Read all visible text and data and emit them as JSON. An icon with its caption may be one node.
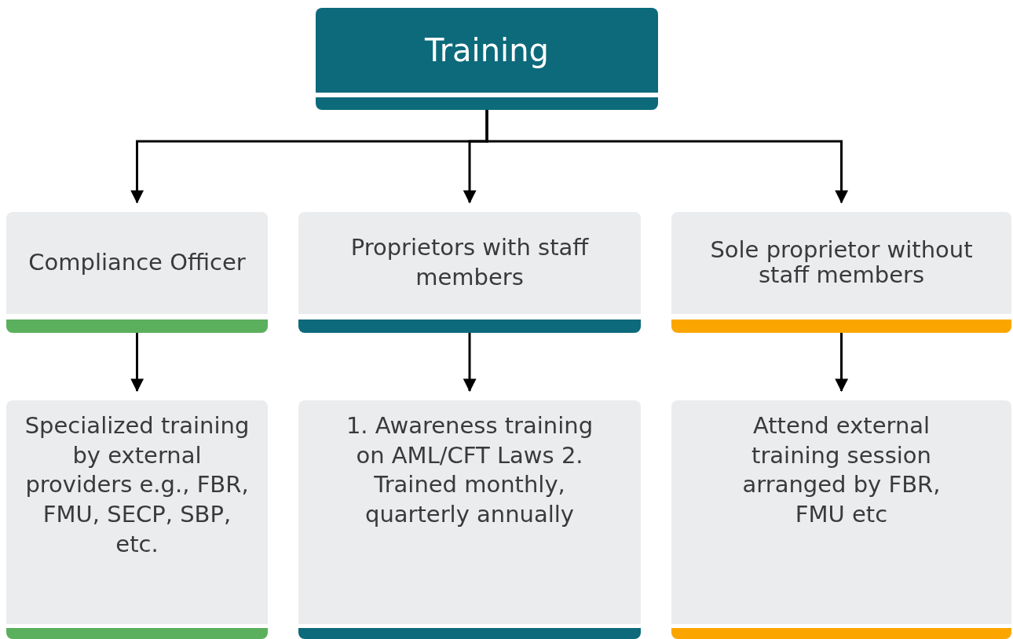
{
  "diagram": {
    "nodes": [
      {
        "text": [
          "Training"
        ]
      },
      {
        "text": [
          "Compliance Officer"
        ]
      },
      {
        "text": [
          "Proprietors with staff members"
        ]
      },
      {
        "text": [
          "Sole proprietor without staff members"
        ]
      },
      {
        "text": [
          "Specialized training by external providers e.g., FBR, FMU, SECP, SBP, etc."
        ]
      },
      {
        "text": [
          "1. Awareness training on AML/CFT Laws 2. Trained monthly, quarterly annually"
        ]
      },
      {
        "text": [
          "Attend external training session arranged by FBR, FMU etc"
        ]
      }
    ],
    "edges": [
      {
        "from": 0,
        "to": 1,
        "arrow": "to"
      },
      {
        "from": 0,
        "to": 2,
        "arrow": "to"
      },
      {
        "from": 0,
        "to": 3,
        "arrow": "to"
      },
      {
        "from": 1,
        "to": 4,
        "arrow": "to"
      },
      {
        "from": 2,
        "to": 5,
        "arrow": "to"
      },
      {
        "from": 3,
        "to": 6,
        "arrow": "to"
      }
    ]
  }
}
